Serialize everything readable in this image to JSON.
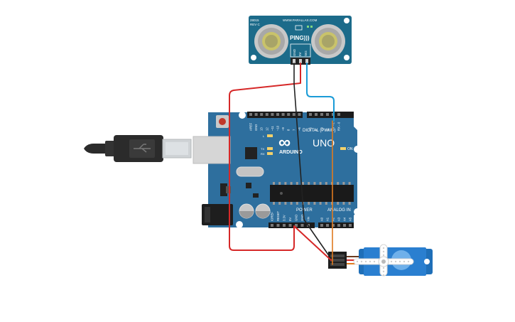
{
  "ping_sensor": {
    "model_code": "28015",
    "revision": "REV C",
    "website": "WWW.PARALLAX.COM",
    "name": "PING)))",
    "pin_labels": [
      "GND",
      "5V",
      "SIG"
    ],
    "board_color": "#1c6b8a"
  },
  "arduino": {
    "brand": "ARDUINO",
    "model": "UNO",
    "logo_symbol": "∞",
    "digital_label": "DIGITAL (PWM~)",
    "power_label": "POWER",
    "analog_label": "ANALOG IN",
    "on_label": "ON",
    "led_labels": [
      "L",
      "TX",
      "RX"
    ],
    "top_header_pins": [
      "AREF",
      "GND",
      "13",
      "12",
      "~11",
      "~10",
      "~9",
      "8",
      "7",
      "~6",
      "~5",
      "4",
      "~3",
      "2",
      "TX→1",
      "RX←0"
    ],
    "power_header_pins": [
      "IOREF",
      "RESET",
      "3.3V",
      "5V",
      "GND",
      "GND",
      "Vin"
    ],
    "analog_header_pins": [
      "A0",
      "A1",
      "A2",
      "A3",
      "A4",
      "A5"
    ],
    "board_color": "#2e6f9e"
  },
  "wires": {
    "power_color": "#d62828",
    "ground_color": "#222222",
    "signal_color": "#1a9bd7",
    "servo_signal_color": "#e07a1f"
  },
  "servo": {
    "body_color": "#1f6fb8"
  },
  "usb_cable": {
    "plug_color": "#2b2b2b"
  }
}
